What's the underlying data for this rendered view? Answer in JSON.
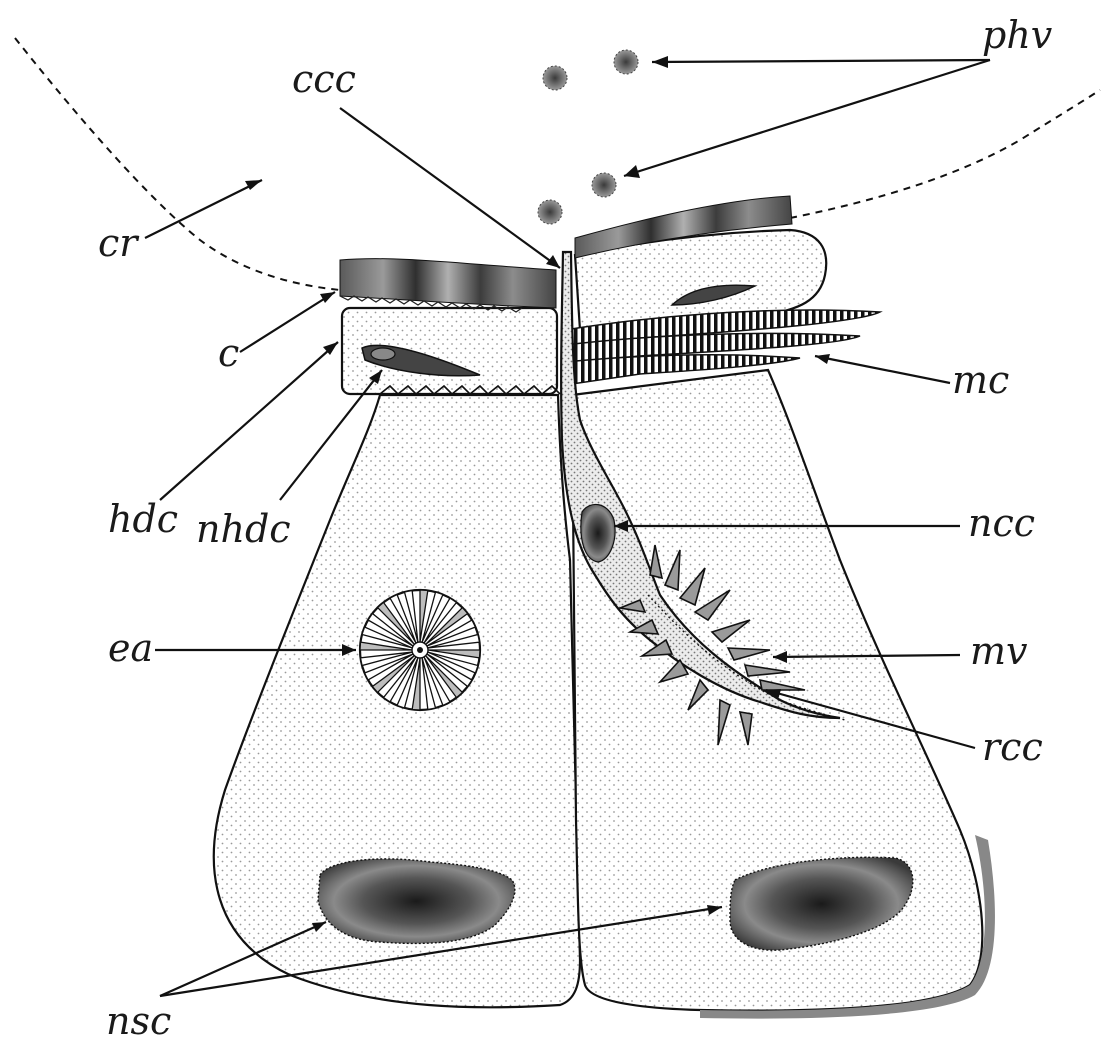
{
  "labels": {
    "phv": "phv",
    "ccc": "ccc",
    "cr": "cr",
    "c": "c",
    "mc": "mc",
    "hdc": "hdc",
    "nhdc": "nhdc",
    "ncc": "ncc",
    "ea": "ea",
    "mv": "mv",
    "rcc": "rcc",
    "nsc": "nsc"
  },
  "colors": {
    "ink": "#111111",
    "cuticle_dark": "#3a3a3a",
    "cuticle_light": "#8a8a8a",
    "nucleus_dark": "#1e1e1e",
    "nucleus_mid": "#6b6b6b",
    "stipple": "#bdbdbd"
  }
}
